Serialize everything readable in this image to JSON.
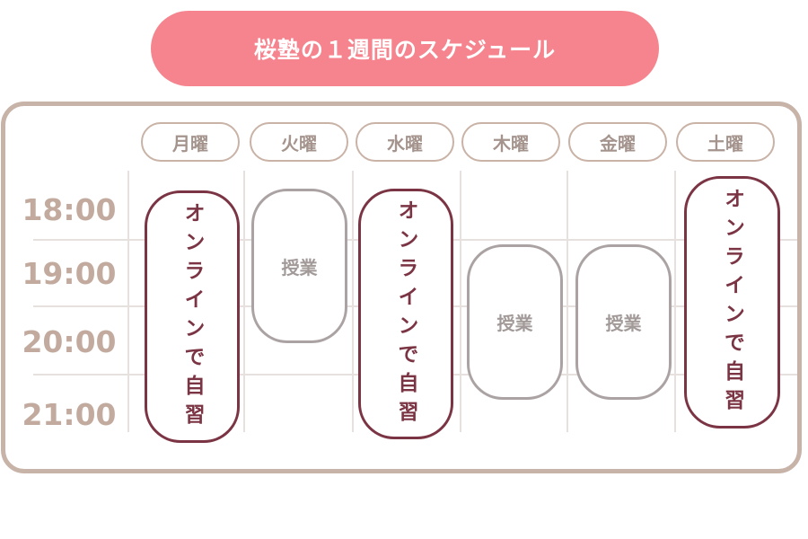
{
  "title": "桜塾の１週間のスケジュール",
  "days": [
    "月曜",
    "火曜",
    "水曜",
    "木曜",
    "金曜",
    "土曜"
  ],
  "times": [
    "18:00",
    "19:00",
    "20:00",
    "21:00"
  ],
  "blocks": {
    "online_self_study": "オンラインで自習",
    "class": "授業"
  },
  "colors": {
    "title_bg": "#f6848e",
    "frame_border": "#c7b3a8",
    "self_study_border": "#7b3443",
    "class_border": "#aba3a3",
    "time_text": "#c2ab9e"
  }
}
